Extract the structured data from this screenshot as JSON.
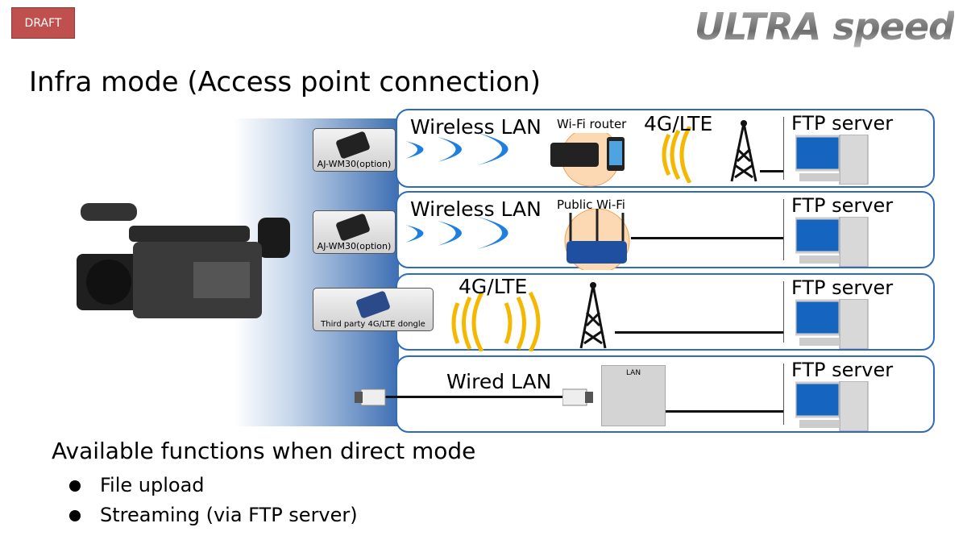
{
  "badge": "DRAFT",
  "brand": "ULTRA speed",
  "title": "Infra mode (Access point connection)",
  "rows": [
    {
      "adapter": "AJ-WM30(option)",
      "link": "Wireless LAN",
      "device": "Wi-Fi router",
      "uplink": "4G/LTE",
      "server": "FTP server"
    },
    {
      "adapter": "AJ-WM30(option)",
      "link": "Wireless LAN",
      "device": "Public Wi-Fi",
      "server": "FTP server"
    },
    {
      "adapter": "Third party 4G/LTE dongle",
      "link": "4G/LTE",
      "server": "FTP server"
    },
    {
      "link": "Wired LAN",
      "device": "LAN",
      "server": "FTP server"
    }
  ],
  "functions": {
    "heading": "Available functions when direct mode",
    "items": [
      "File upload",
      "Streaming (via FTP server)"
    ]
  },
  "colors": {
    "row_border": "#2e6bbf",
    "badge": "#c0504d",
    "signal": "#f5b800",
    "wave": "#1e7fe0"
  }
}
